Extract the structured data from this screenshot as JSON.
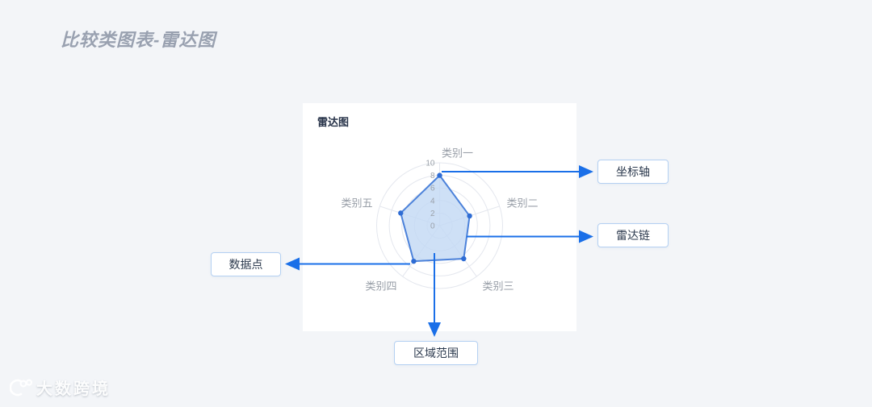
{
  "page": {
    "title": "比较类图表-雷达图"
  },
  "card": {
    "title": "雷达图"
  },
  "callouts": {
    "axis": {
      "label": "坐标轴"
    },
    "chain": {
      "label": "雷达链"
    },
    "point": {
      "label": "数据点"
    },
    "area": {
      "label": "区域范围"
    }
  },
  "watermark": {
    "brand": "大数跨境",
    "logo": "100-logo-icon"
  },
  "colors": {
    "page_background": "#f3f5f8",
    "card_background": "#ffffff",
    "accent_arrow": "#1a6fe8",
    "area_fill": "#c2d8f4",
    "area_stroke": "#4c82da",
    "data_point": "#2e6cd4",
    "grid_line": "#e4e7ee",
    "axis_label": "#9ba1a9",
    "category_label": "#999fa8",
    "callout_border": "#b4d0f2",
    "page_title_color": "#99a1b0"
  },
  "chart_data": {
    "type": "radar",
    "title": "雷达图",
    "categories": [
      "类别一",
      "类别二",
      "类别三",
      "类别四",
      "类别五"
    ],
    "values": [
      8,
      5,
      6.5,
      7,
      6.5
    ],
    "ticks": [
      0,
      2,
      4,
      6,
      8,
      10
    ],
    "max": 10,
    "grid": "circular rings every 2 units, light gray",
    "legend_position": "none",
    "annotations": [
      "坐标轴",
      "雷达链",
      "数据点",
      "区域范围"
    ]
  }
}
